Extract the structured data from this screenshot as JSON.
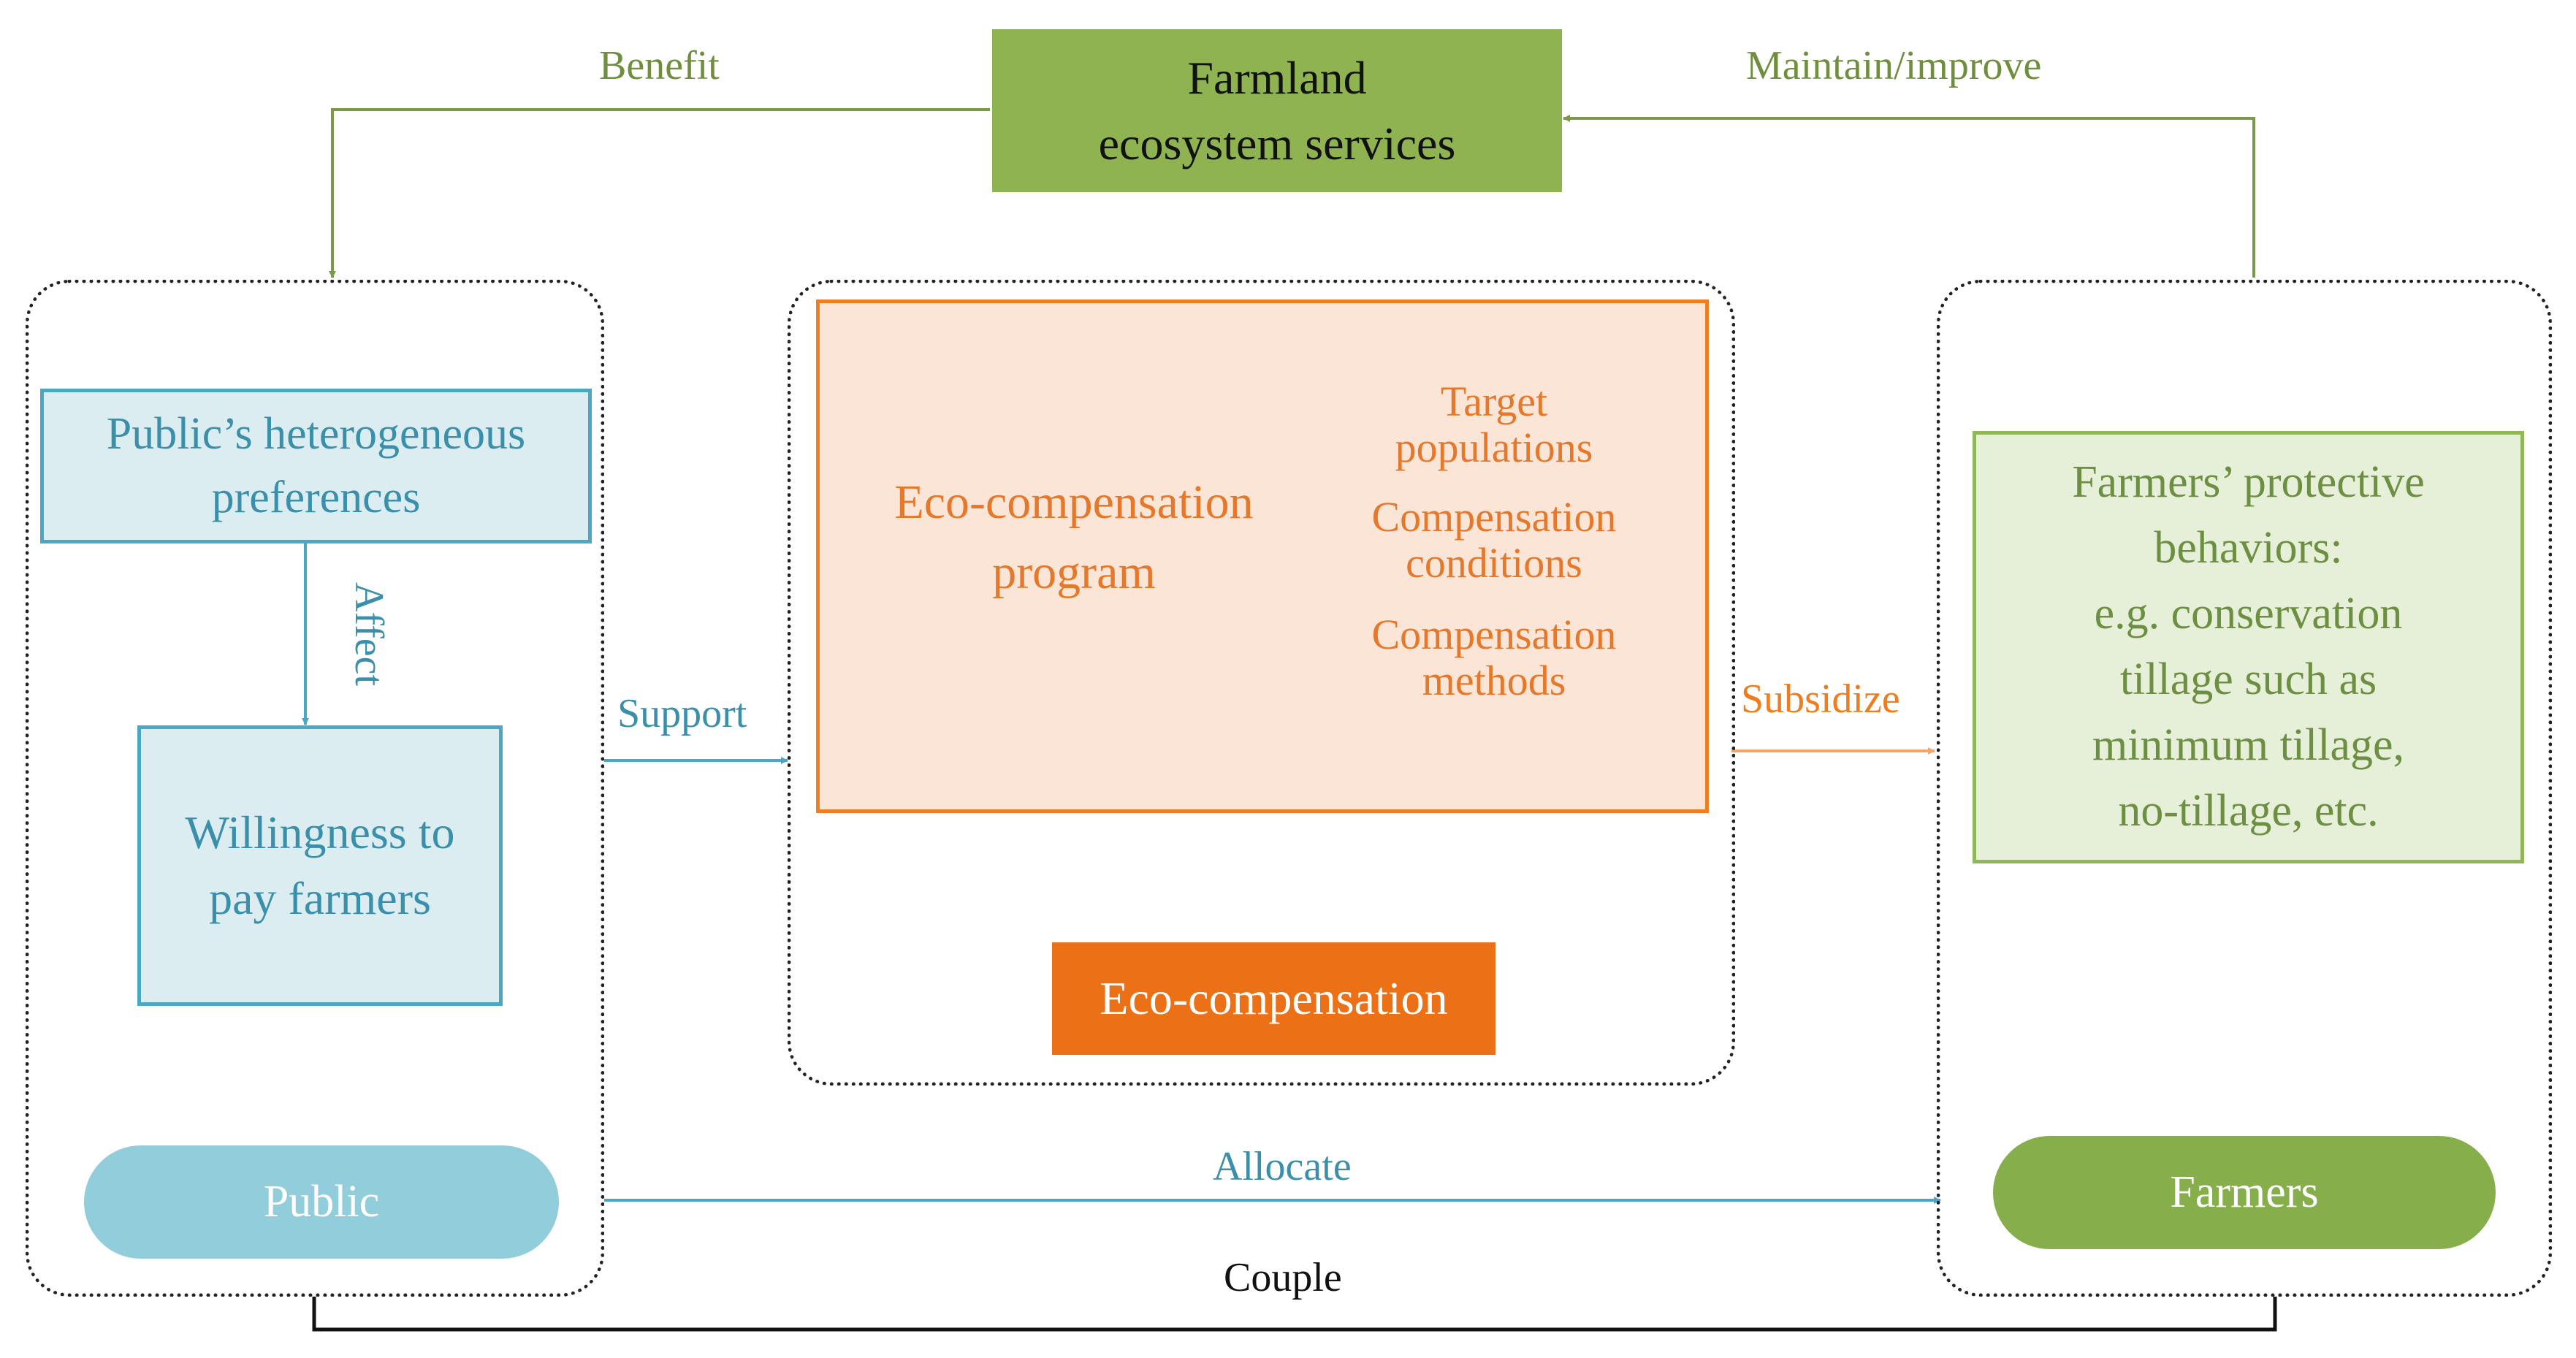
{
  "nodes": {
    "farmland": [
      "Farmland",
      "ecosystem services"
    ],
    "public_preferences": [
      "Public’s heterogeneous",
      "preferences"
    ],
    "willingness_to_pay": [
      "Willingness to",
      "pay farmers"
    ],
    "program": [
      "Eco-compensation",
      "program"
    ],
    "program_items": [
      [
        "Target",
        "populations"
      ],
      [
        "Compensation",
        "conditions"
      ],
      [
        "Compensation",
        "methods"
      ]
    ],
    "eco_compensation": "Eco-compensation",
    "farmer_behaviors": [
      "Farmers’ protective",
      "behaviors:",
      "e.g. conservation",
      "tillage such as",
      "minimum tillage,",
      "no-tillage, etc."
    ],
    "public": "Public",
    "farmers": "Farmers"
  },
  "edges": {
    "benefit": "Benefit",
    "maintain_improve": "Maintain/improve",
    "affect": "Affect",
    "support": "Support",
    "subsidize": "Subsidize",
    "allocate": "Allocate",
    "couple": "Couple"
  },
  "colors": {
    "green_arrow": "#7a9a45",
    "blue_arrow": "#4aa8c4",
    "orange_arrow": "#f3a668",
    "black_line": "#111111"
  }
}
